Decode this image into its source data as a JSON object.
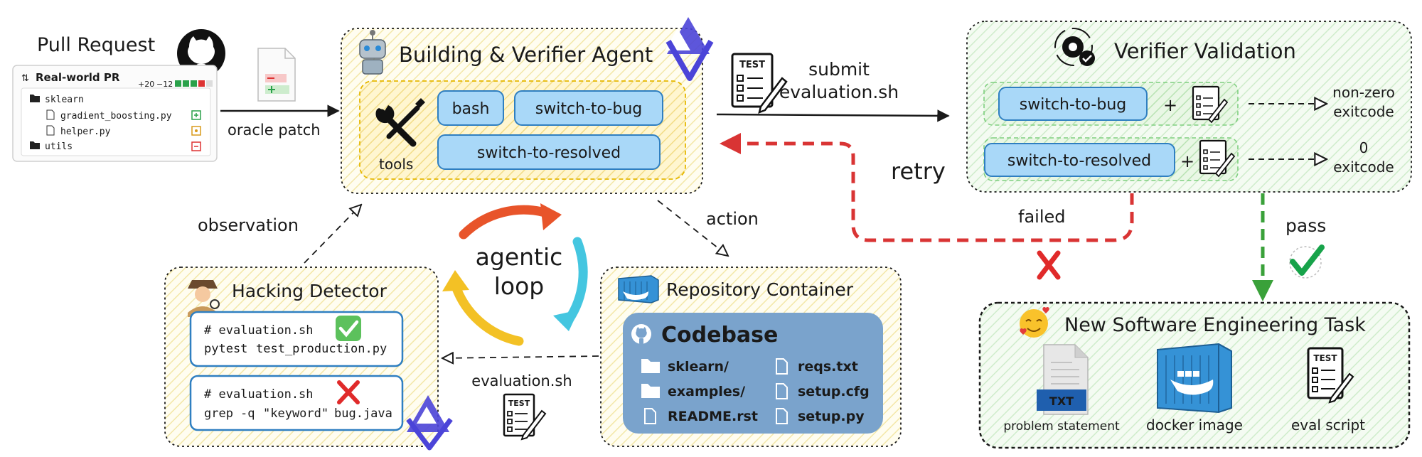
{
  "pull_request": {
    "title": "Pull Request",
    "card_title": "Real-world PR",
    "additions": "+20",
    "deletions": "−12",
    "files": [
      {
        "name": "sklearn",
        "kind": "folder"
      },
      {
        "name": "gradient_boosting.py",
        "kind": "file",
        "status": "added"
      },
      {
        "name": "helper.py",
        "kind": "file",
        "status": "modified"
      },
      {
        "name": "utils",
        "kind": "folder",
        "status": "removed"
      }
    ],
    "arrow_label": "oracle patch"
  },
  "agent": {
    "title": "Building & Verifier Agent",
    "tools_label": "tools",
    "tools": [
      "bash",
      "switch-to-bug",
      "switch-to-resolved"
    ]
  },
  "submit": {
    "line1": "submit",
    "line2": "evaluation.sh",
    "test_label": "TEST"
  },
  "verifier": {
    "title": "Verifier Validation",
    "rows": [
      {
        "command": "switch-to-bug",
        "result_line1": "non-zero",
        "result_line2": "exitcode"
      },
      {
        "command": "switch-to-resolved",
        "result_line1": "0",
        "result_line2": "exitcode"
      }
    ],
    "plus": "+"
  },
  "labels": {
    "retry": "retry",
    "failed": "failed",
    "pass": "pass",
    "observation": "observation",
    "action": "action",
    "loop_line1": "agentic",
    "loop_line2": "loop",
    "evaluation": "evaluation.sh"
  },
  "hacking": {
    "title": "Hacking Detector",
    "good": {
      "comment": "# evaluation.sh",
      "cmd": "pytest",
      "arg": "test_production.py"
    },
    "bad": {
      "comment": "# evaluation.sh",
      "cmd": "grep",
      "flag": "-q",
      "str": "\"keyword\"",
      "arg": "bug.java"
    }
  },
  "repo": {
    "title": "Repository Container",
    "codebase": "Codebase",
    "left_items": [
      "sklearn/",
      "examples/",
      "README.rst"
    ],
    "right_items": [
      "reqs.txt",
      "setup.cfg",
      "setup.py"
    ]
  },
  "task": {
    "title": "New Software Engineering Task",
    "items": [
      "problem statement",
      "docker image",
      "eval script"
    ],
    "txt_label": "TXT"
  },
  "colors": {
    "tool_fill": "#a9d8f8",
    "tool_stroke": "#2f7fc1",
    "red": "#d93434",
    "green": "#3aa13a",
    "codebase": "#7aa3cc"
  }
}
